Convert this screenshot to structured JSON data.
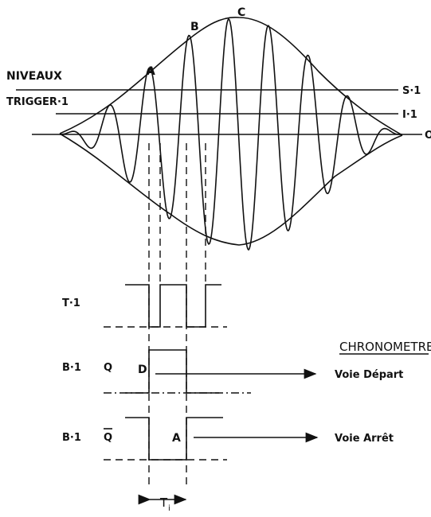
{
  "labels": {
    "niveaux": "NIVEAUX",
    "trigger": "TRIGGER·1",
    "point_a": "A",
    "point_b": "B",
    "point_c": "C",
    "level_s": "S·1",
    "level_i": "I·1",
    "level_o": "O",
    "t1": "T·1",
    "b1_q": "B·1",
    "q": "Q",
    "b1_qbar": "B·1",
    "qbar": "Q",
    "d": "D",
    "a_out": "A",
    "chronometre": "CHRONOMETRE",
    "voie_depart": "Voie Départ",
    "voie_arret": "Voie Arrêt",
    "ti": "T",
    "ti_sub": "i"
  }
}
